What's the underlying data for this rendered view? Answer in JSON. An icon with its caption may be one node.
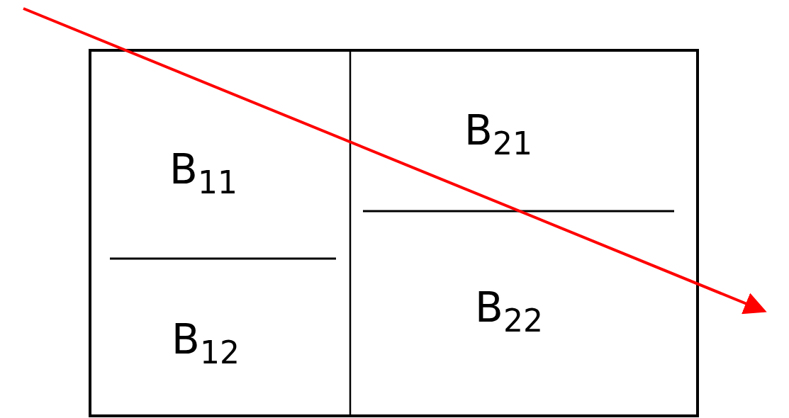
{
  "diagram": {
    "labels": [
      "B$_{11}$",
      "B$_{12}$",
      "B$_{21}$",
      "B$_{22}$"
    ]
  }
}
